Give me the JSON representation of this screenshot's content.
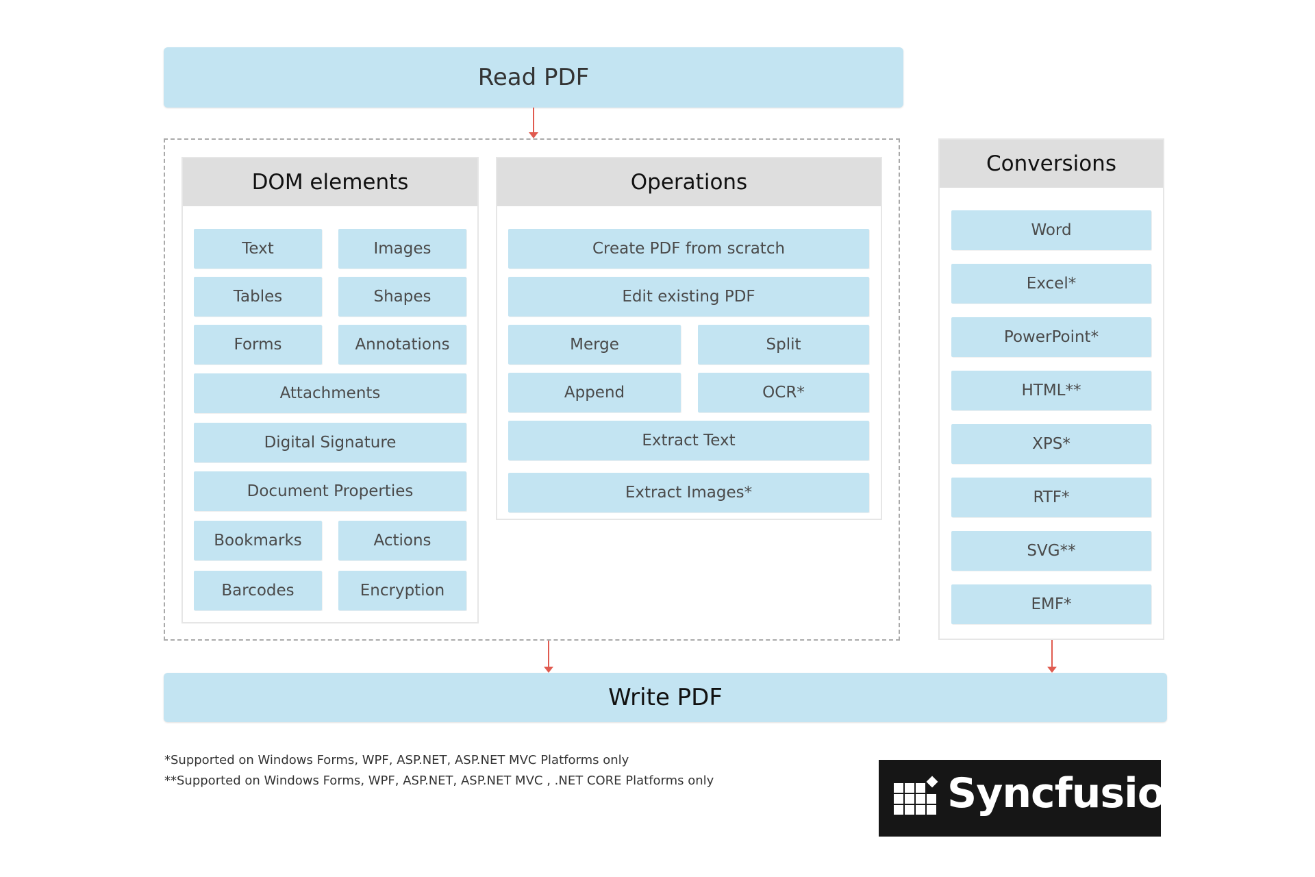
{
  "read_pdf": "Read PDF",
  "write_pdf": "Write PDF",
  "dom": {
    "title": "DOM elements",
    "items": [
      "Text",
      "Images",
      "Tables",
      "Shapes",
      "Forms",
      "Annotations",
      "Attachments",
      "Digital Signature",
      "Document Properties",
      "Bookmarks",
      "Actions",
      "Barcodes",
      "Encryption"
    ]
  },
  "operations": {
    "title": "Operations",
    "items": [
      "Create PDF from scratch",
      "Edit existing PDF",
      "Merge",
      "Split",
      "Append",
      "OCR*",
      "Extract Text",
      "Extract Images*"
    ]
  },
  "conversions": {
    "title": "Conversions",
    "items": [
      "Word",
      "Excel*",
      "PowerPoint*",
      "HTML**",
      "XPS*",
      "RTF*",
      "SVG**",
      "EMF*"
    ]
  },
  "footnotes": [
    "*Supported on Windows Forms, WPF, ASP.NET, ASP.NET MVC Platforms only",
    "**Supported on Windows Forms, WPF, ASP.NET, ASP.NET MVC , .NET CORE Platforms only"
  ],
  "logo_text": "Syncfusion",
  "colors": {
    "box": "#c3e4f2",
    "header": "#dedede",
    "arrow": "#e05a4f",
    "logo_bg": "#161616"
  }
}
